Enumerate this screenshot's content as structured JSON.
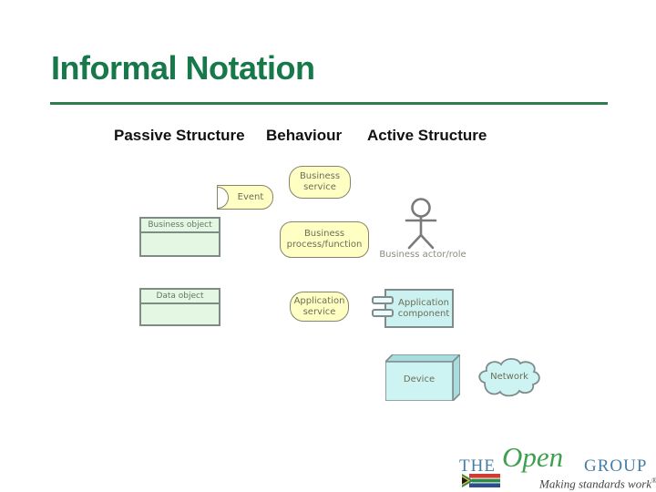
{
  "slide": {
    "title": "Informal Notation",
    "columns": [
      {
        "label": "Passive Structure"
      },
      {
        "label": "Behaviour"
      },
      {
        "label": "Active Structure"
      }
    ]
  },
  "shapes": {
    "business_service": "Business\nservice",
    "event": "Event",
    "business_object": "Business object",
    "business_process": "Business\nprocess/function",
    "business_actor": "Business actor/role",
    "data_object": "Data object",
    "application_service": "Application\nservice",
    "application_component": "Application\ncomponent",
    "device": "Device",
    "network": "Network"
  },
  "logo": {
    "the": "THE",
    "open": "Open",
    "group": "GROUP",
    "tagline": "Making standards work",
    "registered": "®"
  },
  "colors": {
    "title_green": "#17784A",
    "rule_green": "#2E7D4E",
    "note_yellow": "#FFFFC4",
    "note_yellow_border": "#85856B",
    "object_green": "#E3F7E2",
    "cyan_fill": "#CBF2F0",
    "cyan_side": "#A9DCDE",
    "shape_border_gray": "#7F8C88",
    "label_gray": "#6d6d58",
    "logo_blue": "#447EA6",
    "logo_green": "#3EA04E"
  }
}
